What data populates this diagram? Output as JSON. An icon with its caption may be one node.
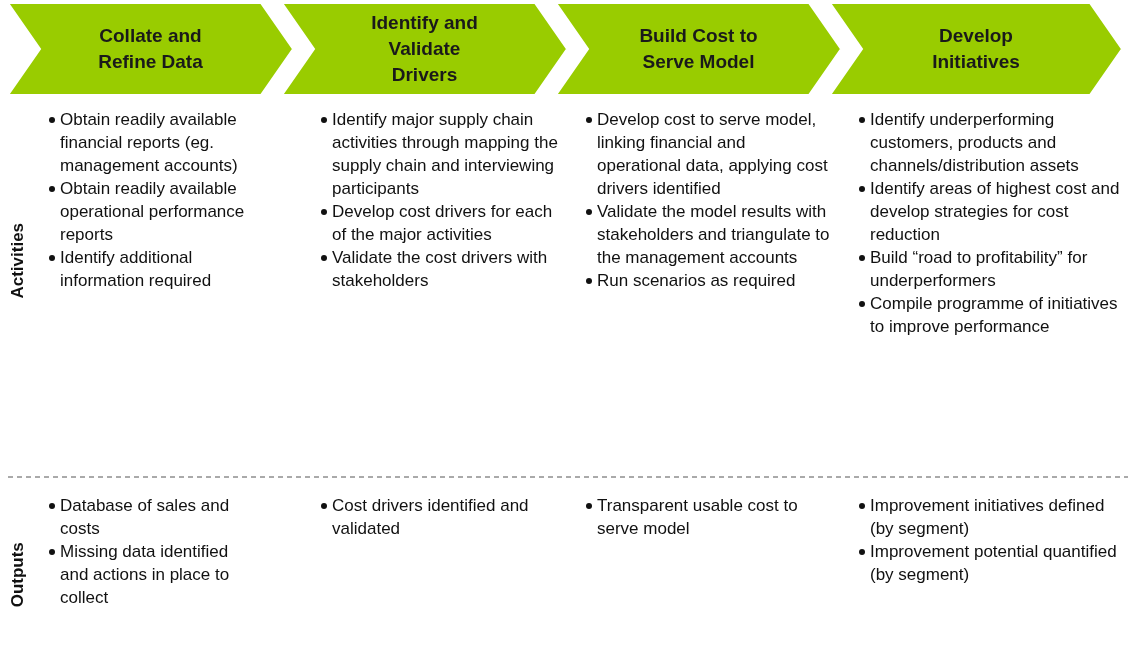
{
  "diagram": {
    "nodes": [
      {
        "text": [
          "Collate and Refine Data"
        ]
      },
      {
        "text": [
          "Identify and Validate Drivers"
        ]
      },
      {
        "text": [
          "Build Cost to Serve Model"
        ]
      },
      {
        "text": [
          "Develop Initiatives"
        ]
      }
    ],
    "labels": [
      "Activities",
      "Outputs",
      "Obtain readily available financial reports (eg. management accounts)",
      "Obtain readily available operational performance reports",
      "Identify additional information required",
      "Identify major supply chain activities through mapping the supply chain and interviewing participants",
      "Develop cost drivers for each of the major activities",
      "Validate the cost drivers with stakeholders",
      "Develop cost to serve model, linking financial and operational data, applying cost drivers identified",
      "Validate the model results with stakeholders and triangulate to the management accounts",
      "Run scenarios as required",
      "Identify underperforming customers, products and channels/distribution assets",
      "Identify areas of highest cost and develop strategies for cost reduction",
      "Build “road to profitability” for underperformers",
      "Compile programme of initiatives  to improve performance",
      "Database of sales and costs",
      "Missing data identified and actions in place to collect",
      "Cost drivers identified and validated",
      "Transparent usable cost to serve model",
      "Improvement initiatives defined (by segment)",
      "Improvement potential quantified (by segment)"
    ]
  }
}
